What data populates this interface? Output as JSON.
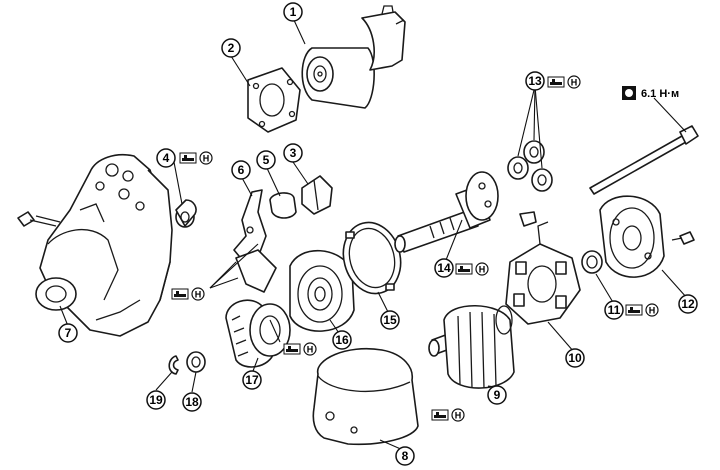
{
  "callouts": [
    "1",
    "2",
    "3",
    "4",
    "5",
    "6",
    "7",
    "8",
    "9",
    "10",
    "11",
    "12",
    "13",
    "14",
    "15",
    "16",
    "17",
    "18",
    "19"
  ],
  "torque": {
    "value": "6.1 Н·м"
  },
  "grease_mark": "H"
}
